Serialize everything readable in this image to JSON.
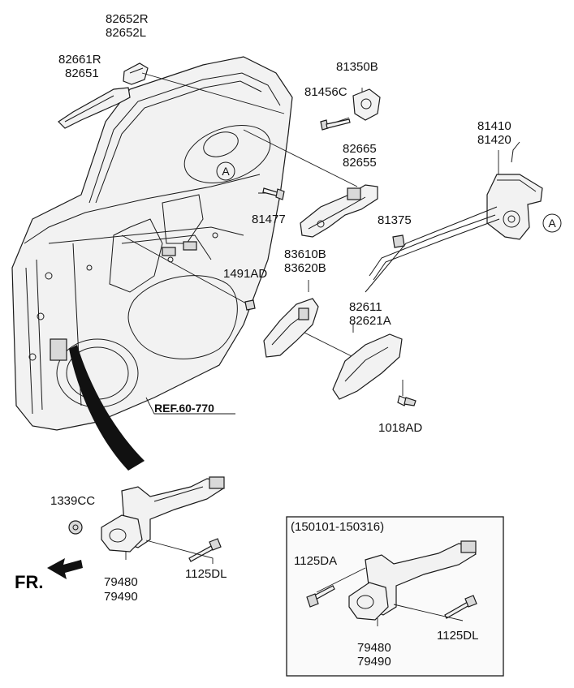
{
  "labels": {
    "p82652": [
      "82652R",
      "82652L"
    ],
    "p82661": [
      "82661R",
      "82651"
    ],
    "p81350": "81350B",
    "p81456": "81456C",
    "p82665": [
      "82665",
      "82655"
    ],
    "p81410": [
      "81410",
      "81420"
    ],
    "p81477": "81477",
    "p81375": "81375",
    "p83610": [
      "83610B",
      "83620B"
    ],
    "p1491": "1491AD",
    "p82611": [
      "82611",
      "82621A"
    ],
    "p1018": "1018AD",
    "ref": "REF.60-770",
    "p1339": "1339CC",
    "p79480": [
      "79480",
      "79490"
    ],
    "p1125dl": "1125DL",
    "fr": "FR.",
    "callout_a": "A"
  },
  "inset": {
    "title": "(150101-150316)",
    "p1125da": "1125DA",
    "p1125dl": "1125DL",
    "p79480": [
      "79480",
      "79490"
    ]
  }
}
